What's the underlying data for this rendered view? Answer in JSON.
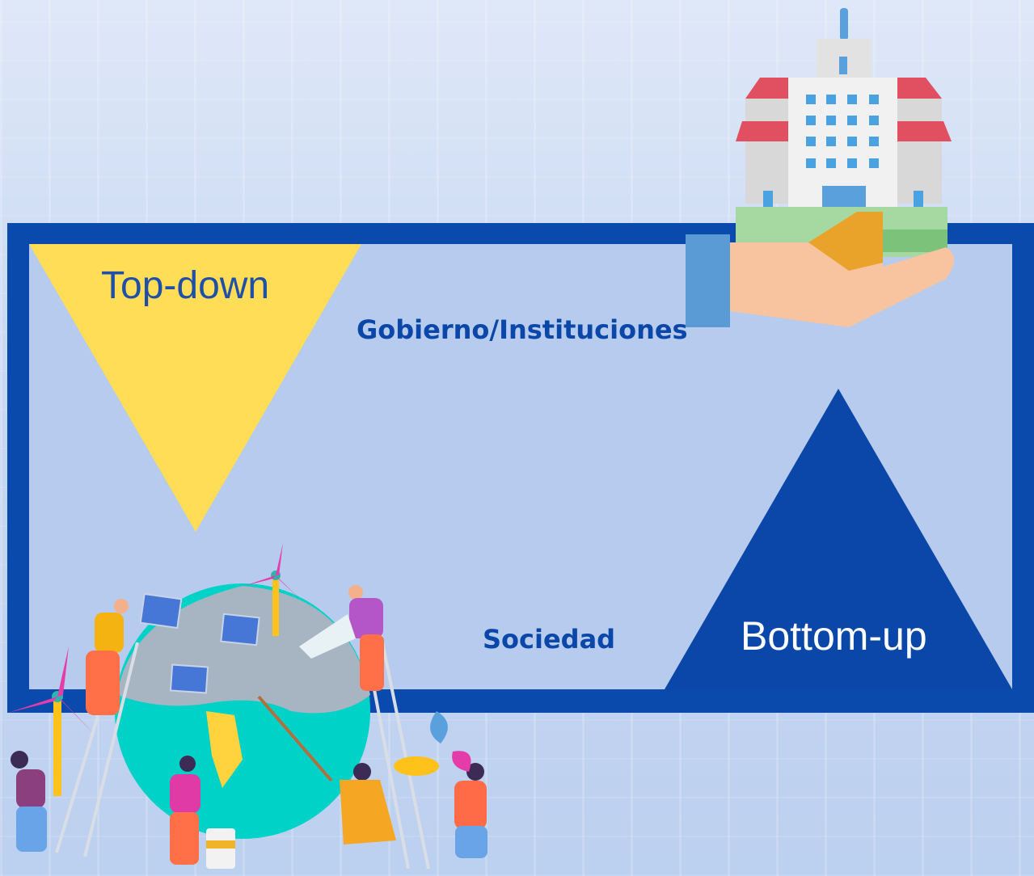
{
  "diagram": {
    "top_down_label": "Top-down",
    "government_label": "Gobierno/Instituciones",
    "society_label": "Sociedad",
    "bottom_up_label": "Bottom-up"
  },
  "colors": {
    "frame_blue": "#0a4aad",
    "top_down_triangle": "#ffdd57",
    "bottom_up_triangle": "#0a47a8",
    "label_blue": "#0a47a8"
  }
}
